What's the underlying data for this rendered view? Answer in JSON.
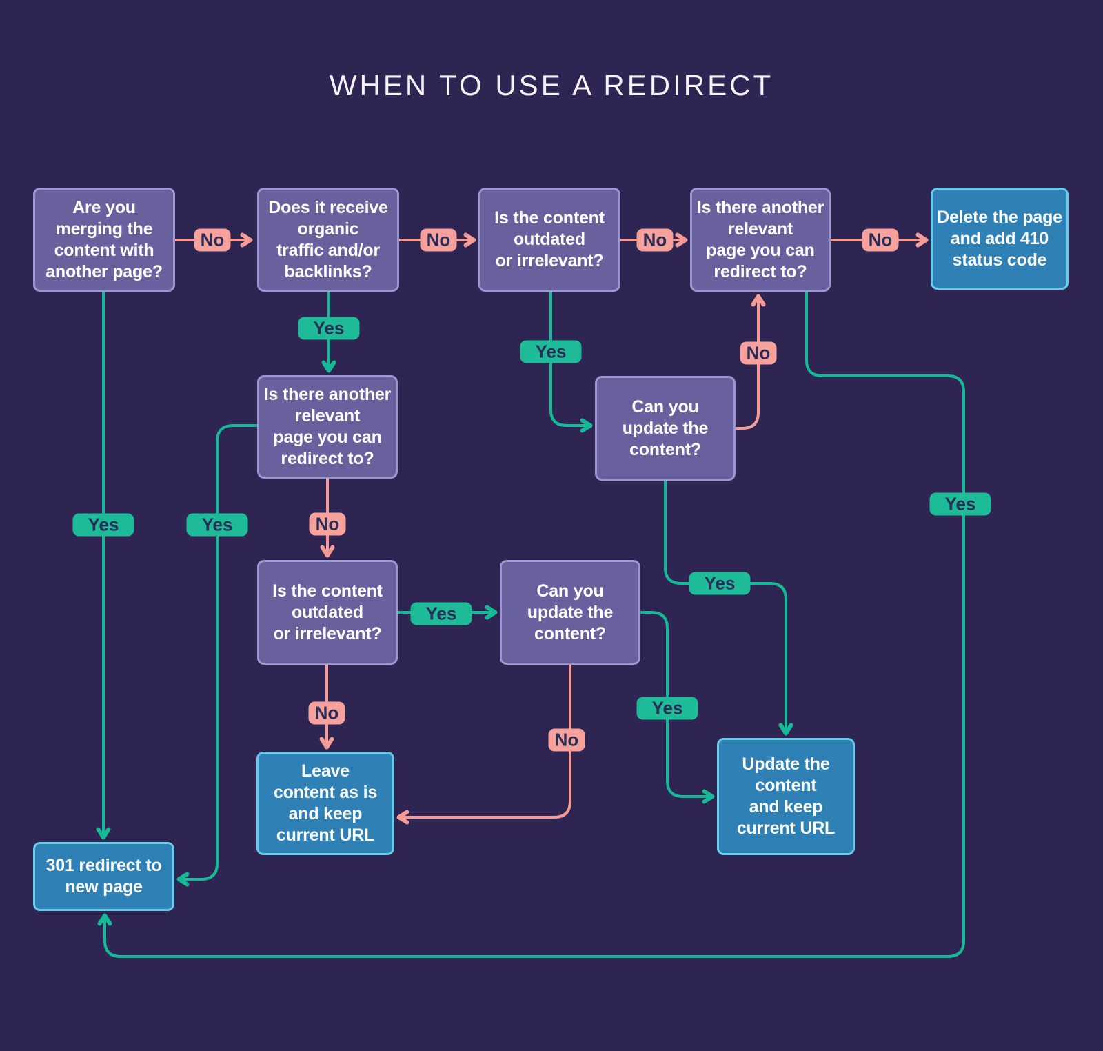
{
  "title": "WHEN TO USE A REDIRECT",
  "colors": {
    "background": "#2E2553",
    "question_fill": "#69619E",
    "question_border": "#9C96D3",
    "terminal_fill": "#2E80B5",
    "terminal_border": "#66CBE9",
    "yes": "#15B995",
    "no": "#F39B94",
    "edge_label_text": "#2A2E57",
    "node_text": "#FFFFFF"
  },
  "nodes": [
    {
      "id": "q-merge",
      "type": "question",
      "label": "Are you\nmerging the\ncontent with\nanother page?"
    },
    {
      "id": "q-traffic",
      "type": "question",
      "label": "Does it receive\norganic\ntraffic and/or\nbacklinks?"
    },
    {
      "id": "q-outdated-top",
      "type": "question",
      "label": "Is the content\noutdated\nor irrelevant?"
    },
    {
      "id": "q-another-top",
      "type": "question",
      "label": "Is there another\nrelevant\npage you can\nredirect to?"
    },
    {
      "id": "end-delete",
      "type": "terminal",
      "label": "Delete the page\nand add 410\nstatus code"
    },
    {
      "id": "q-another-mid",
      "type": "question",
      "label": "Is there another\nrelevant\npage you can\nredirect to?"
    },
    {
      "id": "q-update-1",
      "type": "question",
      "label": "Can you\nupdate the\ncontent?"
    },
    {
      "id": "q-outdated-mid",
      "type": "question",
      "label": "Is the content\noutdated\nor irrelevant?"
    },
    {
      "id": "q-update-2",
      "type": "question",
      "label": "Can you\nupdate the\ncontent?"
    },
    {
      "id": "end-leave",
      "type": "terminal",
      "label": "Leave\ncontent as is\nand keep\ncurrent URL"
    },
    {
      "id": "end-update",
      "type": "terminal",
      "label": "Update the\ncontent\nand keep\ncurrent URL"
    },
    {
      "id": "end-301",
      "type": "terminal",
      "label": "301 redirect to\nnew page"
    }
  ],
  "edges": [
    {
      "from": "q-merge",
      "to": "q-traffic",
      "answer": "No"
    },
    {
      "from": "q-traffic",
      "to": "q-outdated-top",
      "answer": "No"
    },
    {
      "from": "q-outdated-top",
      "to": "q-another-top",
      "answer": "No"
    },
    {
      "from": "q-another-top",
      "to": "end-delete",
      "answer": "No"
    },
    {
      "from": "q-traffic",
      "to": "q-another-mid",
      "answer": "Yes"
    },
    {
      "from": "q-outdated-top",
      "to": "q-update-1",
      "answer": "Yes"
    },
    {
      "from": "q-update-1",
      "to": "q-another-top",
      "answer": "No"
    },
    {
      "from": "q-another-top",
      "to": "end-301",
      "answer": "Yes"
    },
    {
      "from": "q-merge",
      "to": "end-301",
      "answer": "Yes"
    },
    {
      "from": "q-another-mid",
      "to": "end-301",
      "answer": "Yes"
    },
    {
      "from": "q-another-mid",
      "to": "q-outdated-mid",
      "answer": "No"
    },
    {
      "from": "q-outdated-mid",
      "to": "q-update-2",
      "answer": "Yes"
    },
    {
      "from": "q-outdated-mid",
      "to": "end-leave",
      "answer": "No"
    },
    {
      "from": "q-update-2",
      "to": "end-update",
      "answer": "Yes"
    },
    {
      "from": "q-update-1",
      "to": "end-update",
      "answer": "Yes"
    },
    {
      "from": "q-update-2",
      "to": "end-leave",
      "answer": "No"
    }
  ]
}
